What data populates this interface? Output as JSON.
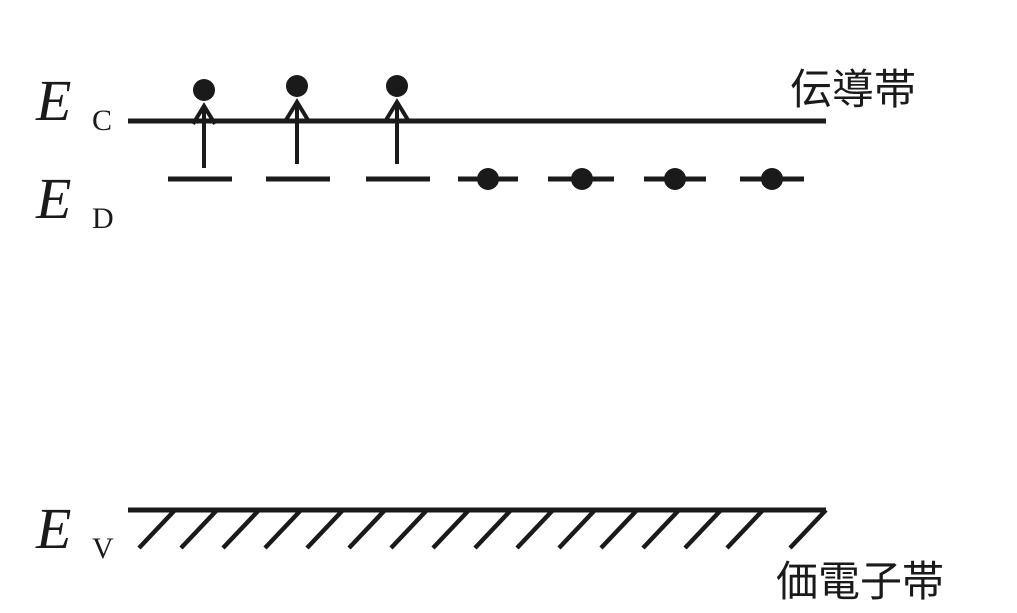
{
  "labels": {
    "ec": {
      "symbol": "E",
      "subscript": "C"
    },
    "ed": {
      "symbol": "E",
      "subscript": "D"
    },
    "ev": {
      "symbol": "E",
      "subscript": "V"
    },
    "conduction_band": "伝導帯",
    "valence_band": "価電子帯"
  },
  "donor_levels": {
    "ionized_count": 3,
    "neutral_count": 4
  },
  "colors": {
    "ink": "#1a1a1a",
    "background": "#ffffff"
  }
}
